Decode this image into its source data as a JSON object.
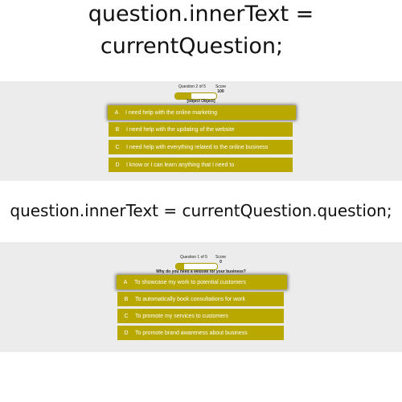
{
  "caption_top_line1": "question.innerText =",
  "caption_top_line2": "currentQuestion;",
  "caption_middle": "question.innerText = currentQuestion.question;",
  "quiz1": {
    "progress_text": "Question 2 of 5",
    "progress_fraction": 0.4,
    "score_label": "Score",
    "score_value": "100",
    "question": "[object Object]",
    "choices": [
      {
        "prefix": "A",
        "text": "I need help with the online marketing"
      },
      {
        "prefix": "B",
        "text": "I need help with the updating of the website"
      },
      {
        "prefix": "C",
        "text": "I need help with everything related to the online business"
      },
      {
        "prefix": "D",
        "text": "I know or I can learn anything that I need to"
      }
    ]
  },
  "quiz2": {
    "progress_text": "Question 1 of 5",
    "progress_fraction": 0.2,
    "score_label": "Score",
    "score_value": "0",
    "question": "Why do you need a website for your business?",
    "choices": [
      {
        "prefix": "A",
        "text": "To showcase my work to potential customers"
      },
      {
        "prefix": "B",
        "text": "To automatically book consultations for work"
      },
      {
        "prefix": "C",
        "text": "To promote my services to customers"
      },
      {
        "prefix": "D",
        "text": "To promote brand awareness about business"
      }
    ]
  },
  "colors": {
    "choice_bg": "#b8a800",
    "panel_bg": "#ececec"
  }
}
